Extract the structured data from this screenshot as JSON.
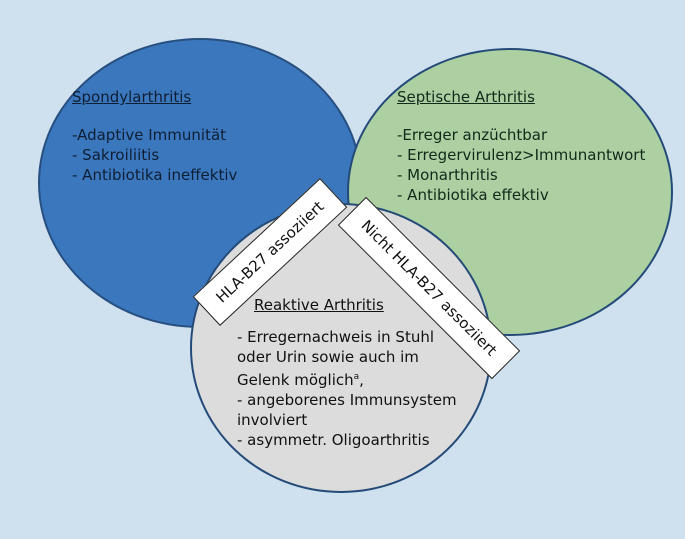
{
  "spondylarthritis": {
    "title": "Spondylarthritis",
    "items": [
      "-Adaptive Immunität",
      "- Sakroiliitis",
      "- Antibiotika ineffektiv"
    ]
  },
  "septische_arthritis": {
    "title": "Septische Arthritis",
    "items": [
      "-Erreger anzüchtbar",
      "- Erregervirulenz>Immunantwort",
      "- Monarthritis",
      "- Antibiotika effektiv"
    ]
  },
  "reaktive_arthritis": {
    "title": "Reaktive Arthritis",
    "items": [
      "- Erregernachweis in Stuhl",
      "oder Urin sowie auch im",
      "Gelenk möglich",
      "- angeborenes Immunsystem",
      "involviert",
      "- asymmetr. Oligoarthritis"
    ],
    "footnote_marker": "a",
    "after_marker": ","
  },
  "labels": {
    "hla_b27": "HLA-B27 assoziiert",
    "nicht_hla_b27": "Nicht HLA-B27 assoziiert"
  },
  "colors": {
    "background": "#cfe0ef",
    "spondylarthritis_circle": "#3b77bd",
    "septische_circle": "#acd0a2",
    "reaktive_circle": "#dcdcdc",
    "circle_border": "#244a78"
  }
}
